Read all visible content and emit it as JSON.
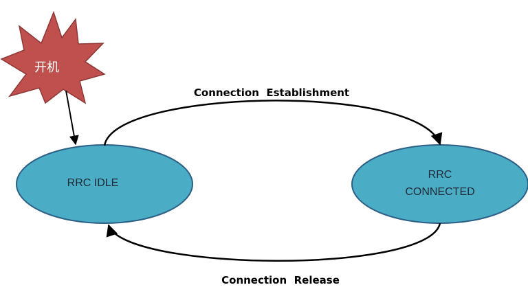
{
  "start_marker": {
    "label": "开机",
    "fill_color": "#c0504d",
    "stroke_color": "#8c3836"
  },
  "states": {
    "idle": {
      "label": "RRC IDLE",
      "fill_color": "#4bacc6",
      "stroke_color": "#2c5f85"
    },
    "connected": {
      "label_line1": "RRC",
      "label_line2": "CONNECTED",
      "fill_color": "#4bacc6",
      "stroke_color": "#2c5f85"
    }
  },
  "transitions": {
    "establishment": {
      "label": "Connection  Establishment"
    },
    "release": {
      "label": "Connection  Release"
    }
  }
}
